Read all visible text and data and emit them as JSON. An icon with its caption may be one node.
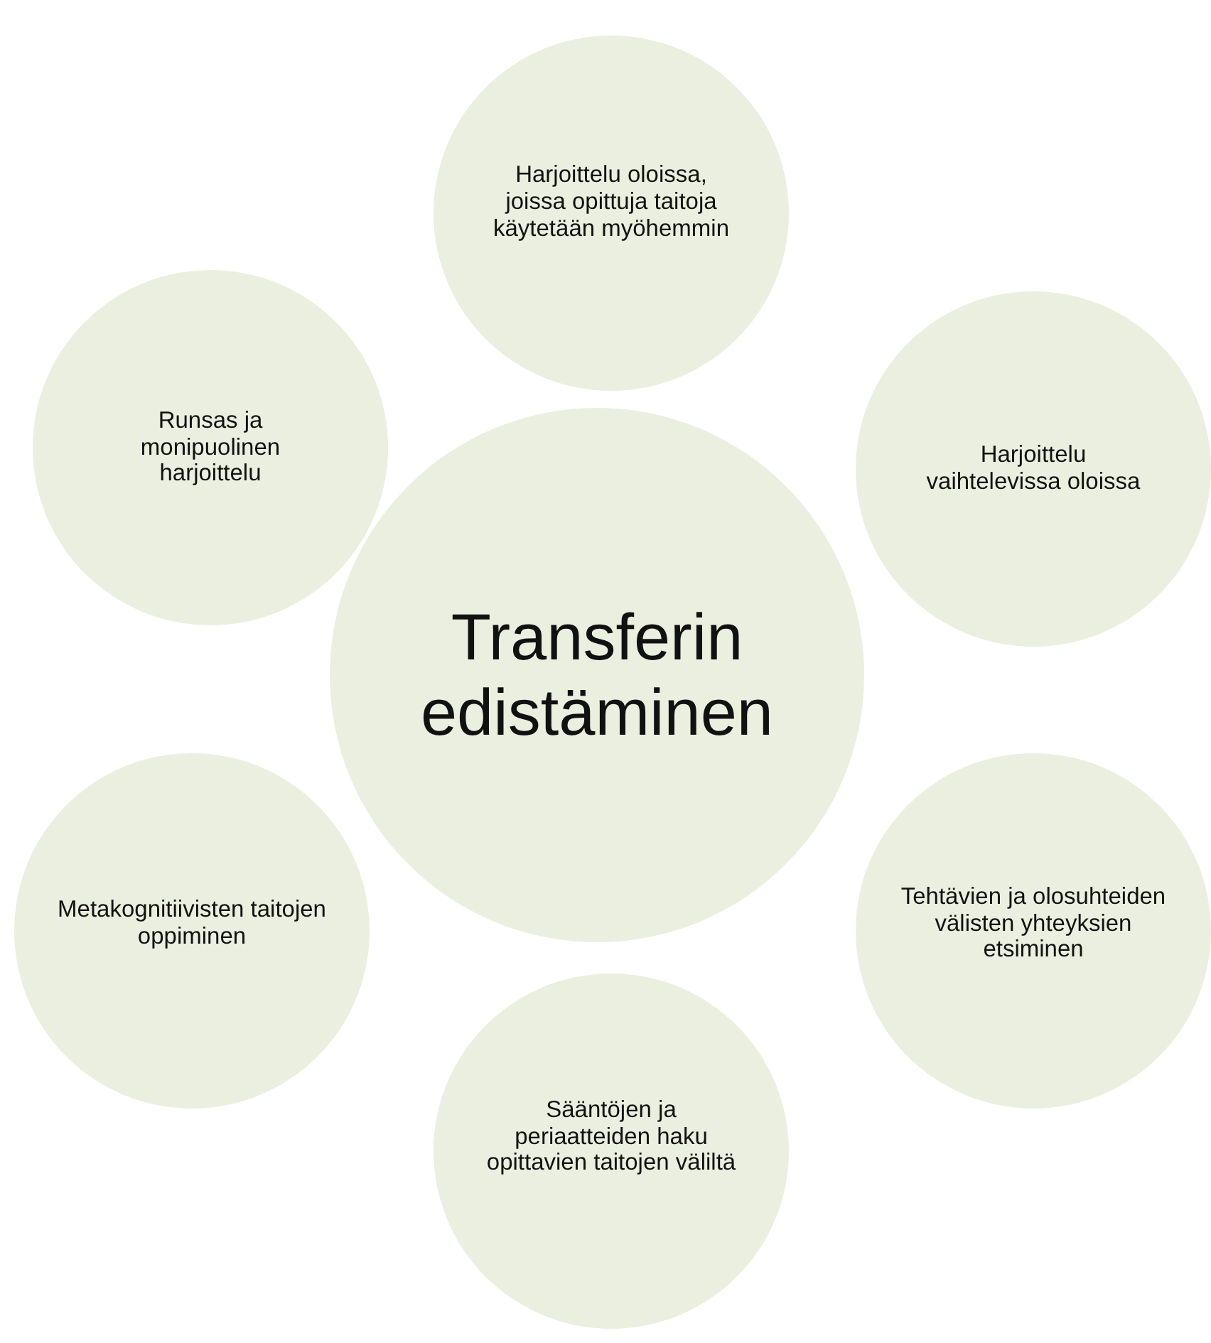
{
  "diagram": {
    "nodes": [
      {
        "text": [
          "Transferin edistäminen"
        ]
      },
      {
        "text": [
          "Harjoittelu oloissa, joissa opittuja taitoja käytetään myöhemmin"
        ]
      },
      {
        "text": [
          "Runsas ja monipuolinen harjoittelu"
        ]
      },
      {
        "text": [
          "Harjoittelu vaihtelevissa oloissa"
        ]
      },
      {
        "text": [
          "Metakognitiivisten taitojen oppiminen"
        ]
      },
      {
        "text": [
          "Tehtävien ja olosuhteiden välisten yhteyksien etsiminen"
        ]
      },
      {
        "text": [
          "Sääntöjen ja periaatteiden haku opittavien taitojen väliltä"
        ]
      }
    ],
    "edges": []
  }
}
